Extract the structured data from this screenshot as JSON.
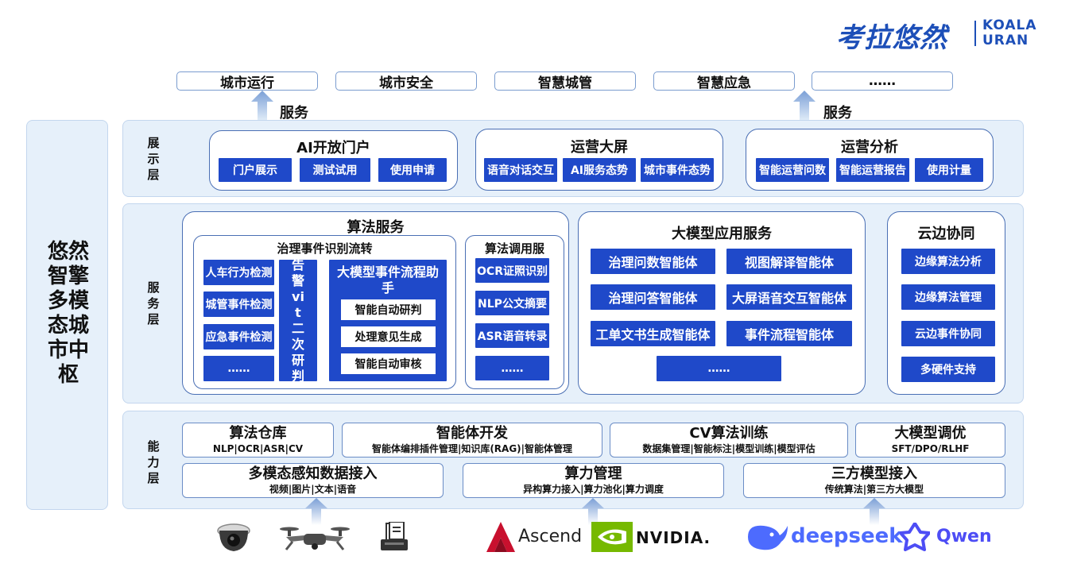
{
  "brand": {
    "cn": "考拉悠然",
    "en_line1": "KOALA",
    "en_line2": "URAN"
  },
  "applications": [
    "城市运行",
    "城市安全",
    "智慧城管",
    "智慧应急",
    "……"
  ],
  "service_label": "服务",
  "side_title": "悠然智擎多模态城市中枢",
  "display_layer": {
    "tag": "展示层",
    "cards": [
      {
        "title": "AI开放门户",
        "items": [
          "门户展示",
          "测试试用",
          "使用申请"
        ]
      },
      {
        "title": "运营大屏",
        "items": [
          "语音对话交互",
          "AI服务态势",
          "城市事件态势"
        ]
      },
      {
        "title": "运营分析",
        "items": [
          "智能运营问数",
          "智能运营报告",
          "使用计量"
        ]
      }
    ]
  },
  "service_layer": {
    "tag": "服务层",
    "algo": {
      "title": "算法服务",
      "flow": {
        "title": "治理事件识别流转",
        "detections": [
          "人车行为检测",
          "城管事件检测",
          "应急事件检测",
          "……"
        ],
        "alarm": "告警vit二次研判",
        "llm_title": "大模型事件流程助手",
        "llm_items": [
          "智能自动研判",
          "处理意见生成",
          "智能自动审核"
        ]
      },
      "invoke": {
        "title": "算法调用服",
        "items": [
          "OCR证照识别",
          "NLP公文摘要",
          "ASR语音转录",
          "……"
        ]
      }
    },
    "llm_app": {
      "title": "大模型应用服务",
      "items": [
        "治理问数智能体",
        "视图解译智能体",
        "治理问答智能体",
        "大屏语音交互智能体",
        "工单文书生成智能体",
        "事件流程智能体",
        "……"
      ]
    },
    "edge": {
      "title": "云边协同",
      "items": [
        "边缘算法分析",
        "边缘算法管理",
        "云边事件协同",
        "多硬件支持"
      ]
    }
  },
  "capability_layer": {
    "tag": "能力层",
    "row1": [
      {
        "title": "算法仓库",
        "sub": "NLP|OCR|ASR|CV"
      },
      {
        "title": "智能体开发",
        "sub": "智能体编排插件管理|知识库(RAG)|智能体管理"
      },
      {
        "title": "CV算法训练",
        "sub": "数据集管理|智能标注|模型训练|模型评估"
      },
      {
        "title": "大模型调优",
        "sub": "SFT/DPO/RLHF"
      }
    ],
    "row2": [
      {
        "title": "多模态感知数据接入",
        "sub": "视频|图片|文本|语音"
      },
      {
        "title": "算力管理",
        "sub": "异构算力接入|算力池化|算力调度"
      },
      {
        "title": "三方模型接入",
        "sub": "传统算法|第三方大模型"
      }
    ]
  },
  "bottom_logos": {
    "ascend": "Ascend",
    "nvidia": "NVIDIA.",
    "deepseek": "deepseek",
    "qwen": "Qwen"
  },
  "colors": {
    "primary_blue": "#1f49c9",
    "band_bg": "#e6f0fa",
    "brand_blue": "#1d4fb8"
  }
}
